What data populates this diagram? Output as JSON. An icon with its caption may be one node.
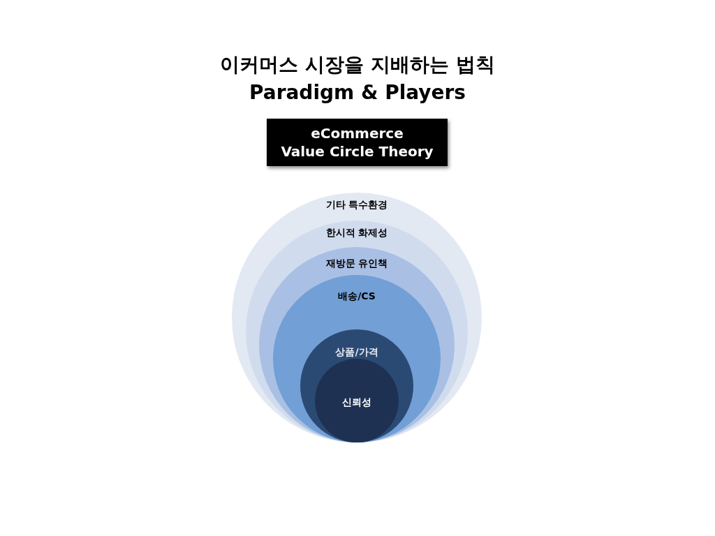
{
  "diagram": {
    "title": "이커머스 시장을 지배하는 법칙",
    "nodes": [
      {
        "text": [
          "eCommerce",
          "Value Circle Theory"
        ]
      },
      {
        "text": [
          "기타 특수환경"
        ]
      },
      {
        "text": [
          "한시적 화제성"
        ],
        "in": 1
      },
      {
        "text": [
          "재방문 유인책"
        ],
        "in": 2
      },
      {
        "text": [
          "배송/CS"
        ],
        "in": 3
      },
      {
        "text": [
          "상품/가격"
        ],
        "in": 4
      },
      {
        "text": [
          "신뢰성"
        ],
        "in": 5
      }
    ],
    "labels": [
      "Paradigm & Players"
    ]
  }
}
